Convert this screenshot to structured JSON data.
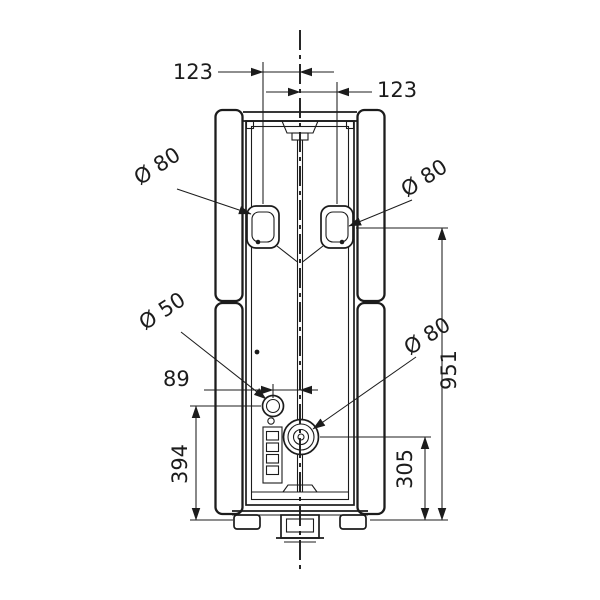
{
  "colors": {
    "line": "#1c1c1c",
    "background": "#ffffff"
  },
  "dimensions": {
    "offset_left": "123",
    "offset_right": "123",
    "flange_left_dia": "Ø 80",
    "flange_right_dia": "Ø 80",
    "small_hole_dia": "Ø 50",
    "small_hole_offset": "89",
    "outlet_dia": "Ø 80",
    "total_height": "951",
    "small_hole_height": "394",
    "outlet_height": "305"
  }
}
